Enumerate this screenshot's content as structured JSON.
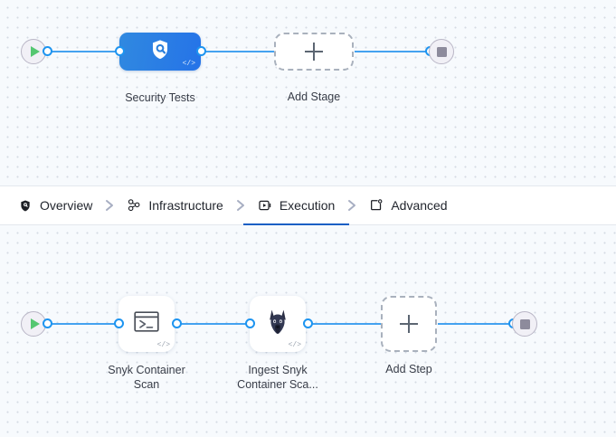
{
  "theme": {
    "canvas_bg": "#f7fafd",
    "dot_color": "#d4dbe4",
    "connector_blue": "#44a2f0",
    "port_blue": "#1d94f0",
    "stage_gradient_from": "#3089e0",
    "stage_gradient_to": "#2573e8",
    "active_tab_underline": "#1a5fc4",
    "play_green": "#55c771",
    "stop_gray": "#8d8b9c",
    "card_white": "#ffffff",
    "text_primary": "#22262e",
    "label_text": "#383d48"
  },
  "stage_canvas": {
    "start_node": {
      "name": "pipeline-start",
      "icon": "play-icon"
    },
    "end_node": {
      "name": "pipeline-end",
      "icon": "stop-icon"
    },
    "stages": [
      {
        "label": "Security Tests",
        "icon": "shield-search-icon",
        "code_mark": "</>",
        "type": "stage"
      },
      {
        "label": "Add Stage",
        "icon": "plus-icon",
        "type": "add"
      }
    ]
  },
  "tabs": {
    "items": [
      {
        "label": "Overview",
        "icon": "shield-icon",
        "active": false
      },
      {
        "label": "Infrastructure",
        "icon": "topology-icon",
        "active": false
      },
      {
        "label": "Execution",
        "icon": "play-square-icon",
        "active": true
      },
      {
        "label": "Advanced",
        "icon": "window-gear-icon",
        "active": false
      }
    ],
    "separator_icon": "chevron-right-icon"
  },
  "step_canvas": {
    "start_node": {
      "name": "execution-start",
      "icon": "play-icon"
    },
    "end_node": {
      "name": "execution-end",
      "icon": "stop-icon"
    },
    "steps": [
      {
        "label": "Snyk Container\nScan",
        "icon": "terminal-icon",
        "code_mark": "</>",
        "type": "step"
      },
      {
        "label": "Ingest Snyk\nContainer Sca...",
        "icon": "doberman-icon",
        "code_mark": "</>",
        "type": "step"
      },
      {
        "label": "Add Step",
        "icon": "plus-icon",
        "type": "add"
      }
    ]
  }
}
